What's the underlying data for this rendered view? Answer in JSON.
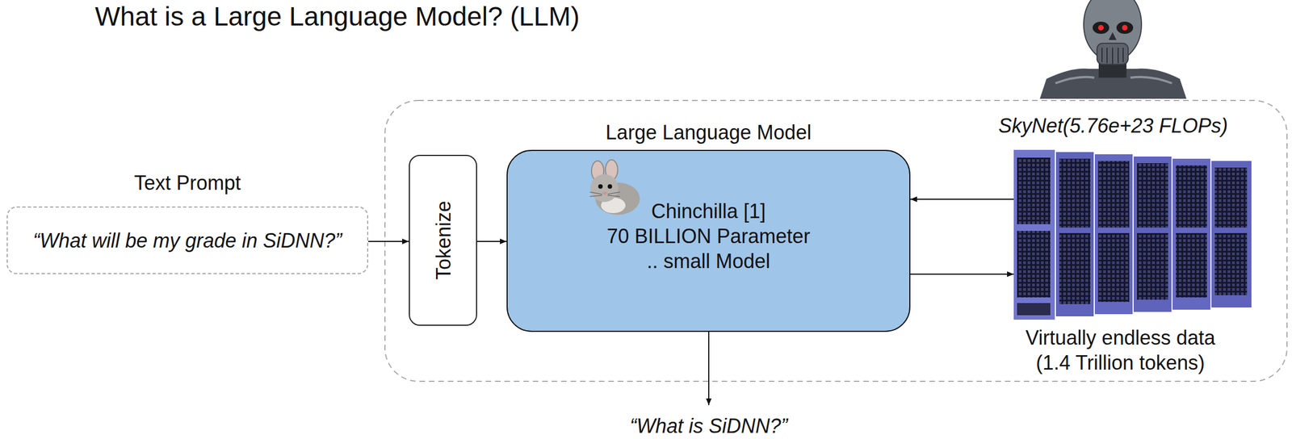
{
  "diagram": {
    "title": "What is a Large Language Model? (LLM)",
    "nodes": [
      {
        "text": [
          "Text Prompt",
          "“What will be my grade in SiDNN?”"
        ]
      },
      {
        "text": [
          "Tokenize"
        ]
      },
      {
        "text": [
          "Large Language Model",
          "Chinchilla [1]",
          "70 BILLION Parameter",
          ".. small Model"
        ]
      },
      {
        "text": [
          "SkyNet(5.76e+23 FLOPs)",
          "Virtually endless data (1.4 Trillion tokens)"
        ]
      }
    ],
    "edges": [
      {
        "from": 0,
        "to": 1,
        "arrow": "to"
      },
      {
        "from": 1,
        "to": 2,
        "arrow": "to"
      },
      {
        "from": 3,
        "to": 2,
        "arrow": "to"
      },
      {
        "from": 2,
        "to": 3,
        "arrow": "to"
      }
    ],
    "labels": [
      "“What is SiDNN?”"
    ]
  }
}
